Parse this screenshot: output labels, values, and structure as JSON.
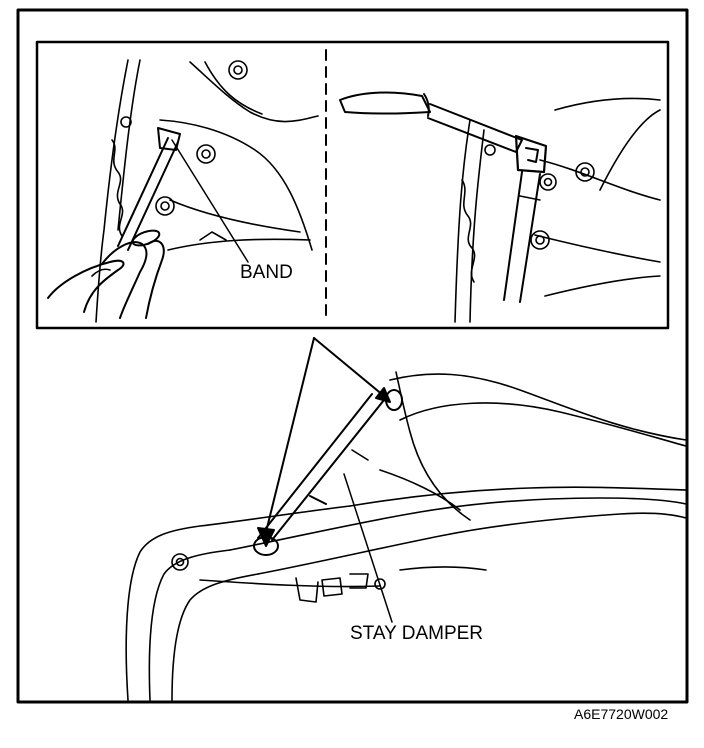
{
  "labels": {
    "band": "BAND",
    "stay_damper": "STAY DAMPER",
    "figure_code": "A6E7720W002"
  },
  "colors": {
    "ink": "#000000",
    "paper": "#ffffff"
  }
}
